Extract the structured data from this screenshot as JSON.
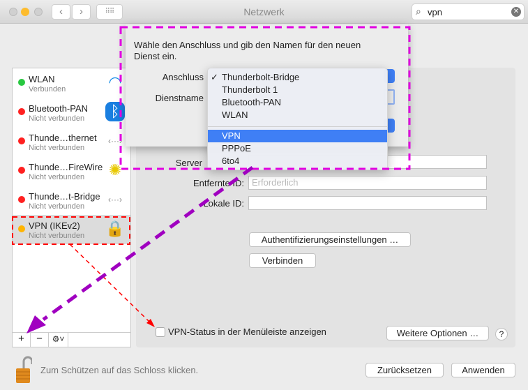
{
  "window": {
    "title": "Netzwerk",
    "search_value": "vpn"
  },
  "services": [
    {
      "name": "WLAN",
      "status": "Verbunden",
      "color": "#28c840",
      "icon": "wifi-icon"
    },
    {
      "name": "Bluetooth-PAN",
      "status": "Nicht verbunden",
      "color": "#ff2020",
      "icon": "bluetooth-icon"
    },
    {
      "name": "Thunde…thernet",
      "status": "Nicht verbunden",
      "color": "#ff2020",
      "icon": "ethernet-icon"
    },
    {
      "name": "Thunde…FireWire",
      "status": "Nicht verbunden",
      "color": "#ff2020",
      "icon": "firewire-icon"
    },
    {
      "name": "Thunde…t-Bridge",
      "status": "Nicht verbunden",
      "color": "#ff2020",
      "icon": "bridge-icon"
    },
    {
      "name": "VPN (IKEv2)",
      "status": "Nicht verbunden",
      "color": "#ffb400",
      "icon": "lock-icon"
    }
  ],
  "toolbar": {
    "add": "+",
    "remove": "−",
    "gear": "⚙˅"
  },
  "form": {
    "server_label": "Server",
    "remote_id_label": "Entfernte ID:",
    "remote_id_placeholder": "Erforderlich",
    "local_id_label": "Lokale ID:",
    "auth_button": "Authentifizierungseinstellungen …",
    "connect_button": "Verbinden",
    "vpn_status_checkbox": "VPN-Status in der Menüleiste anzeigen",
    "more_options": "Weitere Optionen …",
    "help": "?"
  },
  "footer": {
    "lock_text": "Zum Schützen auf das Schloss klicken.",
    "revert": "Zurücksetzen",
    "apply": "Anwenden"
  },
  "sheet": {
    "message": "Wähle den Anschluss und gib den Namen für den neuen Dienst ein.",
    "interface_label": "Anschluss",
    "service_name_label": "Dienstname"
  },
  "menu": {
    "items": [
      "Thunderbolt-Bridge",
      "Thunderbolt 1",
      "Bluetooth-PAN",
      "WLAN"
    ],
    "items2": [
      "VPN",
      "PPPoE",
      "6to4"
    ],
    "checked": "✓",
    "selected": "VPN"
  },
  "colors": {
    "highlight": "#3f7ff5",
    "annotation_magenta": "#e000e0",
    "annotation_red": "#ff0000",
    "annotation_purple": "#a000c0"
  }
}
